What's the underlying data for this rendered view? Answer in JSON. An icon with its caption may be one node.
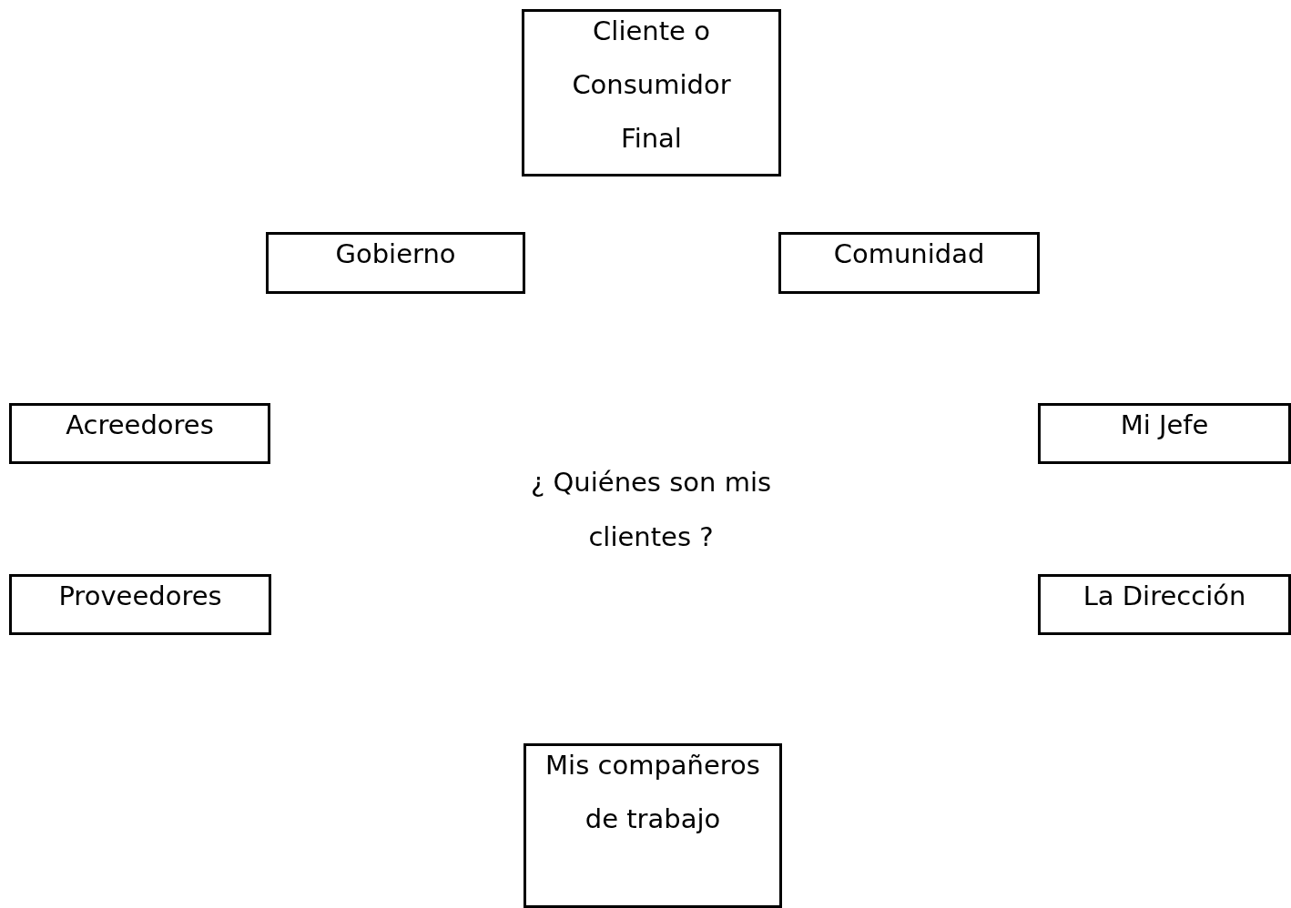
{
  "diagram": {
    "nodes": [
      {
        "text": [
          "Cliente o Consumidor Final"
        ]
      },
      {
        "text": [
          "Gobierno"
        ]
      },
      {
        "text": [
          "Comunidad"
        ]
      },
      {
        "text": [
          "Acreedores"
        ]
      },
      {
        "text": [
          "Mi Jefe"
        ]
      },
      {
        "text": [
          "Proveedores"
        ]
      },
      {
        "text": [
          "La Dirección"
        ]
      },
      {
        "text": [
          "Mis compañeros de trabajo"
        ]
      }
    ],
    "labels": [
      "¿ Quiénes son mis clientes ?"
    ]
  }
}
